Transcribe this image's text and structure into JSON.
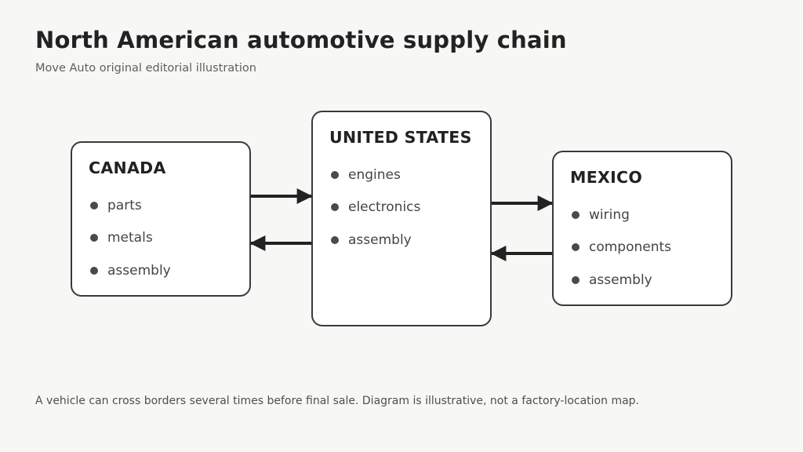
{
  "header": {
    "title": "North American automotive supply chain",
    "subtitle": "Move Auto original editorial illustration"
  },
  "boxes": {
    "canada": {
      "title": "CANADA",
      "items": [
        "parts",
        "metals",
        "assembly"
      ]
    },
    "united_states": {
      "title": "UNITED STATES",
      "items": [
        "engines",
        "electronics",
        "assembly"
      ]
    },
    "mexico": {
      "title": "MEXICO",
      "items": [
        "wiring",
        "components",
        "assembly"
      ]
    }
  },
  "footnote": "A vehicle can cross borders several times before final sale. Diagram is illustrative, not a factory-location map.",
  "colors": {
    "background": "#f7f7f5",
    "box_border": "#3a3a3a",
    "arrow": "#222222",
    "text": "#222222"
  }
}
